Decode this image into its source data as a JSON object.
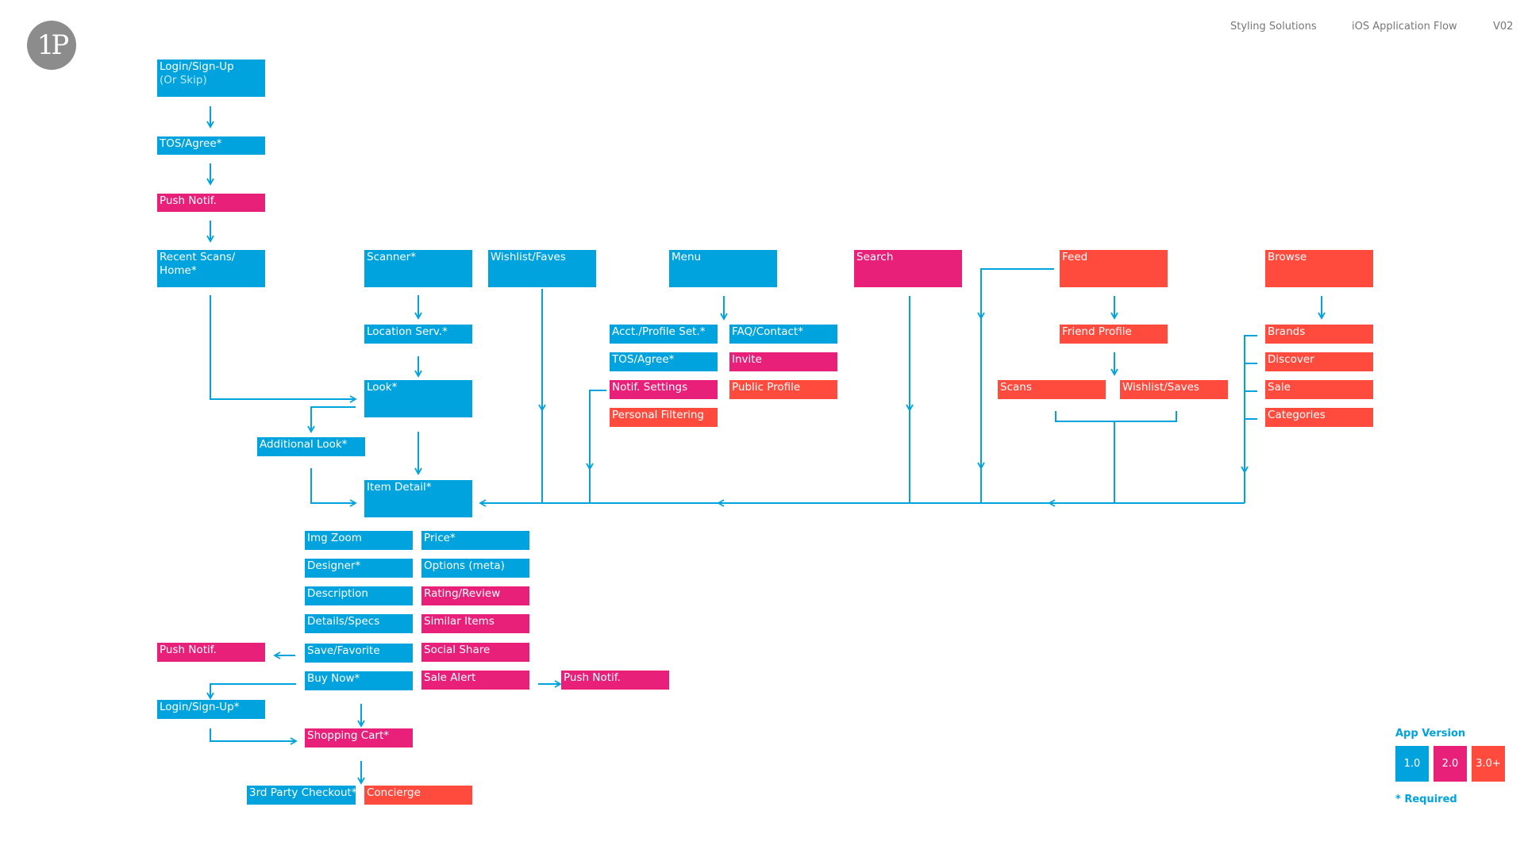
{
  "header": {
    "logo_text": "1P",
    "company": "Styling Solutions",
    "document": "iOS Application Flow",
    "version": "V02"
  },
  "colors": {
    "v1": "#00A3DD",
    "v2": "#E8207A",
    "v3": "#FF4B3E"
  },
  "nodes": {
    "login": "Login/Sign-Up",
    "login_sub": "(Or Skip)",
    "tos": "TOS/Agree*",
    "push_notif_top": "Push Notif.",
    "recent_scans": "Recent Scans/ Home*",
    "scanner": "Scanner*",
    "wishlist_faves": "Wishlist/Faves",
    "menu": "Menu",
    "search": "Search",
    "feed": "Feed",
    "browse": "Browse",
    "location_serv": "Location Serv.*",
    "look": "Look*",
    "additional_look": "Additional Look*",
    "item_detail": "Item Detail*",
    "acct_profile": "Acct./Profile Set.*",
    "faq_contact": "FAQ/Contact*",
    "menu_tos": "TOS/Agree*",
    "invite": "Invite",
    "notif_settings": "Notif. Settings",
    "public_profile": "Public Profile",
    "personal_filtering": "Personal Filtering",
    "friend_profile": "Friend Profile",
    "scans": "Scans",
    "wishlist_saves": "Wishlist/Saves",
    "brands": "Brands",
    "discover": "Discover",
    "sale": "Sale",
    "categories": "Categories",
    "img_zoom": "Img Zoom",
    "price": "Price*",
    "designer": "Designer*",
    "options_meta": "Options (meta)",
    "description": "Description",
    "rating_review": "Rating/Review",
    "details_specs": "Details/Specs",
    "similar_items": "Similar Items",
    "save_favorite": "Save/Favorite",
    "social_share": "Social Share",
    "push_notif_left": "Push Notif.",
    "buy_now": "Buy Now*",
    "sale_alert": "Sale Alert",
    "push_notif_right": "Push Notif.",
    "login_signup_req": "Login/Sign-Up*",
    "shopping_cart": "Shopping Cart*",
    "third_party_checkout": "3rd Party Checkout*",
    "concierge": "Concierge"
  },
  "legend": {
    "title": "App Version",
    "v1": "1.0",
    "v2": "2.0",
    "v3": "3.0+",
    "required": "* Required"
  }
}
